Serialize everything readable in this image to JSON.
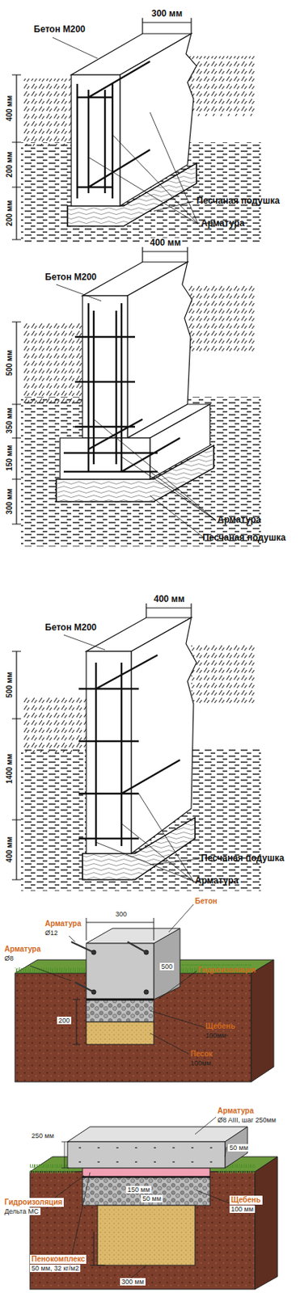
{
  "diagram": {
    "labels": [
      "300 мм",
      "Бетон М200",
      "400 мм",
      "200 мм",
      "200 мм",
      "Песчаная подушка",
      "Арматура",
      "Бетон М200",
      "400 мм",
      "500 мм",
      "350 мм",
      "150 мм",
      "300 мм",
      "Арматура",
      "Песчаная подушка",
      "Бетон М200",
      "400 мм",
      "500 мм",
      "1400 мм",
      "400 мм",
      "Песчаная подушка",
      "Арматура",
      "Бетон",
      "Арматура",
      "Ø12",
      "300",
      "Арматура",
      "Ø8",
      "Гидроизоляция",
      "500",
      "200",
      "Щебень",
      "100мм",
      "Песок",
      "100мм",
      "Арматура",
      "Ø8 AIII, шаг 250мм",
      "50 мм",
      "250 мм",
      "150 мм",
      "50 мм",
      "Гидроизоляция",
      "Дельта МС",
      "Щебень",
      "100 мм",
      "Пенокомплекс",
      "50 мм, 32 кг/м2",
      "300 мм"
    ]
  }
}
